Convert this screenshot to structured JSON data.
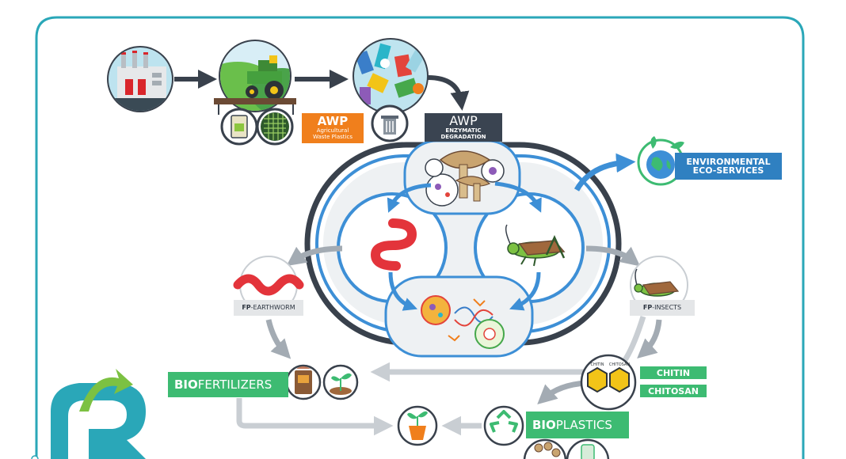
{
  "labels": {
    "awp_title": "AWP",
    "awp_subtitle_1": "Agricultural",
    "awp_subtitle_2": "Waste Plastics",
    "awp_enzymatic_title": "AWP",
    "awp_enzymatic_sub_1": "ENZYMATIC",
    "awp_enzymatic_sub_2": "DEGRADATION",
    "env_line_1": "ENVIRONMENTAL",
    "env_line_2": "ECO-SERVICES",
    "fp_earthworm_prefix": "FP",
    "fp_earthworm_rest": "-EARTHWORM",
    "fp_insects_prefix": "FP",
    "fp_insects_rest": "-INSECTS",
    "biofertilizers_bold": "BIO",
    "biofertilizers_rest": "FERTILIZERS",
    "chitin": "CHITIN",
    "chitosan": "CHITOSAN",
    "chitin_hex_label": "CHITIN",
    "chitosan_hex_label": "CHITOSAN",
    "bioplastics_bold": "BIO",
    "bioplastics_rest": "PLASTICS"
  },
  "icons": [
    "factory-icon",
    "tractor-icon",
    "fertilizer-bag-icon",
    "net-icon",
    "plastic-waste-icon",
    "trash-bin-icon",
    "mushroom-fungi-icon",
    "earthworm-icon",
    "cricket-insect-icon",
    "microbe-dna-icon",
    "globe-leaves-icon",
    "compost-icon",
    "seedling-icon",
    "potted-plant-icon",
    "recycle-icon",
    "chitin-hexagon-icon",
    "logo-icon"
  ],
  "colors": {
    "frame": "#2aa7b8",
    "dark_ring": "#39414c",
    "blue_ring": "#3d8fd6",
    "gray_arrow": "#a3abb3",
    "green": "#3dbb72",
    "orange": "#f07f1c",
    "blue_label": "#2f80c1"
  }
}
